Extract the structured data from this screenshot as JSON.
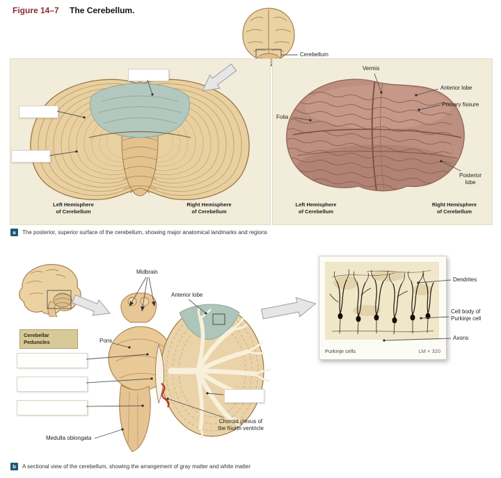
{
  "figure": {
    "number": "Figure 14–7",
    "title": "The Cerebellum."
  },
  "inset": {
    "cerebellum": "Cerebellum"
  },
  "panel_a": {
    "illustration_labels": {
      "left_hemisphere": "Left Hemisphere\nof Cerebellum",
      "right_hemisphere": "Right Hemisphere\nof Cerebellum"
    },
    "photo_labels": {
      "vermis": "Vermis",
      "anterior_lobe": "Anterior lobe",
      "primary_fissure": "Primary fissure",
      "folia": "Folia",
      "posterior_lobe": "Posterior\nlobe",
      "left_hemisphere": "Left Hemisphere\nof Cerebellum",
      "right_hemisphere": "Right Hemisphere\nof Cerebellum"
    },
    "marker": "a",
    "caption": "The posterior, superior surface of the cerebellum, showing major anatomical landmarks and regions"
  },
  "panel_b": {
    "labels": {
      "midbrain": "Midbrain",
      "anterior_lobe": "Anterior lobe",
      "pons": "Pons",
      "peduncles_header": "Cerebellar\nPeduncles",
      "medulla_oblongata": "Medulla oblongata",
      "choroid_plexus": "Choroid plexus of\nthe fourth ventricle"
    },
    "micrograph": {
      "dendrites": "Dendrites",
      "cell_body": "Cell body of\nPurkinje cell",
      "axons": "Axons",
      "specimen": "Purkinje cells",
      "magnification": "LM × 320"
    },
    "marker": "b",
    "caption": "A sectional view of the cerebellum, showing the arrangement of gray matter and white matter"
  },
  "colors": {
    "figure_accent": "#8b2a2e",
    "panel_background": "#f2ecda",
    "marker_blue": "#1f5876",
    "anterior_lobe_teal": "#adc5ba",
    "choroid_plexus_red": "#c23b2e"
  }
}
